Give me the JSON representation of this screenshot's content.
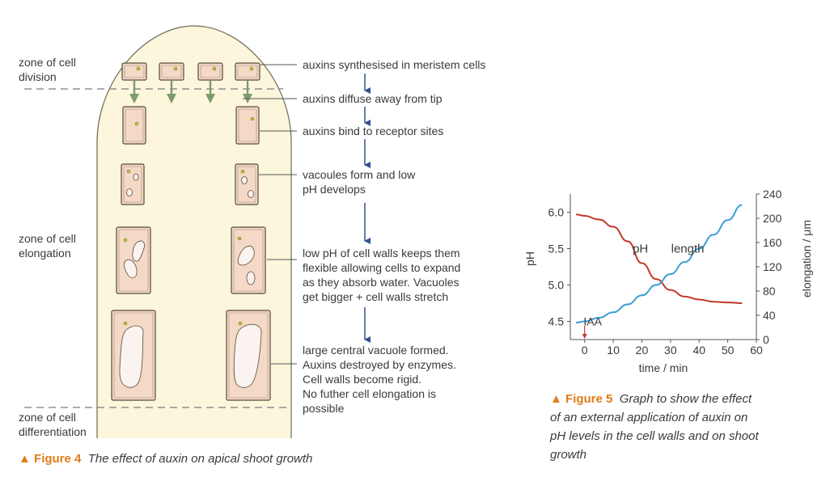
{
  "figure4": {
    "zones": {
      "division": [
        "zone of cell",
        "division"
      ],
      "elongation": [
        "zone of cell",
        "elongation"
      ],
      "differentiation": [
        "zone of cell",
        "differentiation"
      ]
    },
    "steps": [
      [
        "auxins synthesised in meristem cells"
      ],
      [
        "auxins diffuse away from tip"
      ],
      [
        "auxins bind to receptor sites"
      ],
      [
        "vacoules form and low",
        "pH develops"
      ],
      [
        "low pH of cell walls keeps them",
        "flexible allowing cells to expand",
        "as they absorb water. Vacuoles",
        "get bigger + cell walls stretch"
      ],
      [
        "large central vacuole formed.",
        "Auxins destroyed by enzymes.",
        "Cell walls become rigid.",
        "No futher cell elongation is",
        "possible"
      ]
    ],
    "caption": {
      "label": "Figure 4",
      "text": "The effect of auxin on apical shoot growth"
    },
    "colors": {
      "shoot_fill": "#fbf6dc",
      "cell_fill": "#f3d9c6",
      "vacuole_fill": "#fbf3ef",
      "nucleus_fill": "#c9c13a",
      "arrow_green": "#7d9a6c",
      "arrow_blue": "#34508f",
      "accent": "#e07b1a"
    }
  },
  "figure5": {
    "caption": {
      "label": "Figure 5",
      "lines": [
        "Graph to show the effect",
        "of an external application of auxin on",
        "pH levels in the cell walls and on shoot",
        "growth"
      ]
    },
    "chart_data": {
      "type": "line",
      "xlabel": "time / min",
      "ylabel_left": "pH",
      "ylabel_right": "elongation / μm",
      "x_ticks": [
        0,
        10,
        20,
        30,
        40,
        50,
        60
      ],
      "x_tick_labels": [
        "0",
        "10",
        "20",
        "30",
        "40",
        "50",
        "60"
      ],
      "y_left_ticks": [
        4.5,
        5.0,
        5.5,
        6.0
      ],
      "y_left_tick_labels": [
        "4.5",
        "5.0",
        "5.5",
        "6.0"
      ],
      "y_right_ticks": [
        0,
        40,
        80,
        120,
        160,
        200,
        240
      ],
      "y_right_tick_labels": [
        "0",
        "40",
        "80",
        "120",
        "160",
        "200",
        "240"
      ],
      "xlim": [
        -5,
        60
      ],
      "ylim_left": [
        4.25,
        6.25
      ],
      "ylim_right": [
        0,
        240
      ],
      "annotation": "IAA",
      "annotation_x": 0,
      "series": [
        {
          "name": "pH",
          "axis": "left",
          "color": "#c0392b",
          "x": [
            -3,
            0,
            5,
            10,
            15,
            20,
            25,
            30,
            35,
            40,
            45,
            50,
            55
          ],
          "y": [
            5.97,
            5.95,
            5.9,
            5.8,
            5.6,
            5.3,
            5.08,
            4.93,
            4.84,
            4.8,
            4.77,
            4.76,
            4.75
          ]
        },
        {
          "name": "length",
          "axis": "right",
          "color": "#3a9fd6",
          "x": [
            -3,
            0,
            5,
            10,
            15,
            20,
            25,
            30,
            35,
            40,
            45,
            50,
            55
          ],
          "y": [
            28,
            30,
            36,
            45,
            58,
            73,
            90,
            108,
            128,
            150,
            173,
            197,
            222
          ]
        }
      ]
    }
  }
}
